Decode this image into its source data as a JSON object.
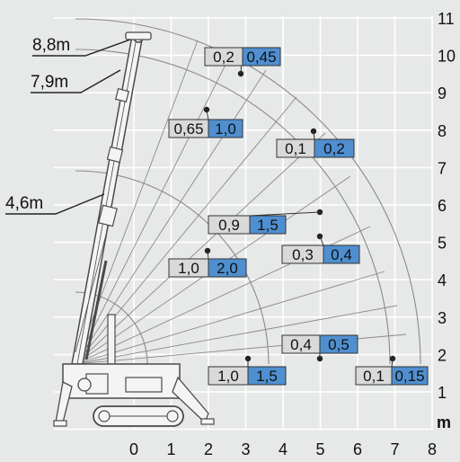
{
  "boom_labels": [
    {
      "id": "boom-8-8",
      "text": "8,8m"
    },
    {
      "id": "boom-7-9",
      "text": "7,9m"
    },
    {
      "id": "boom-4-6",
      "text": "4,6m"
    }
  ],
  "x_axis": {
    "ticks": [
      "0",
      "1",
      "2",
      "3",
      "4",
      "5",
      "6",
      "7",
      "8"
    ]
  },
  "y_axis": {
    "ticks": [
      "1",
      "2",
      "3",
      "4",
      "5",
      "6",
      "7",
      "8",
      "9",
      "10",
      "11"
    ],
    "unit": "m"
  },
  "load_points": [
    {
      "id": "lp-10-4",
      "left": "0,2",
      "right": "0,45"
    },
    {
      "id": "lp-8-4",
      "left": "0,65",
      "right": "1,0"
    },
    {
      "id": "lp-8-6",
      "left": "0,1",
      "right": "0,2"
    },
    {
      "id": "lp-5-6",
      "left": "0,9",
      "right": "1,5"
    },
    {
      "id": "lp-5-8",
      "left": "0,3",
      "right": "0,4"
    },
    {
      "id": "lp-4-8",
      "left": "1,0",
      "right": "2,0"
    },
    {
      "id": "lp-2-8",
      "left": "0,4",
      "right": "0,5"
    },
    {
      "id": "lp-1-4",
      "left": "1,0",
      "right": "1,5"
    },
    {
      "id": "lp-1-8",
      "left": "0,1",
      "right": "0,15"
    }
  ],
  "colors": {
    "background": "#e7e8e8",
    "grid": "#ffffff",
    "arc": "#8a8a8a",
    "left_box": "#d9d9d9",
    "right_box": "#4f8fd0",
    "crane": "#4a4a4a"
  }
}
